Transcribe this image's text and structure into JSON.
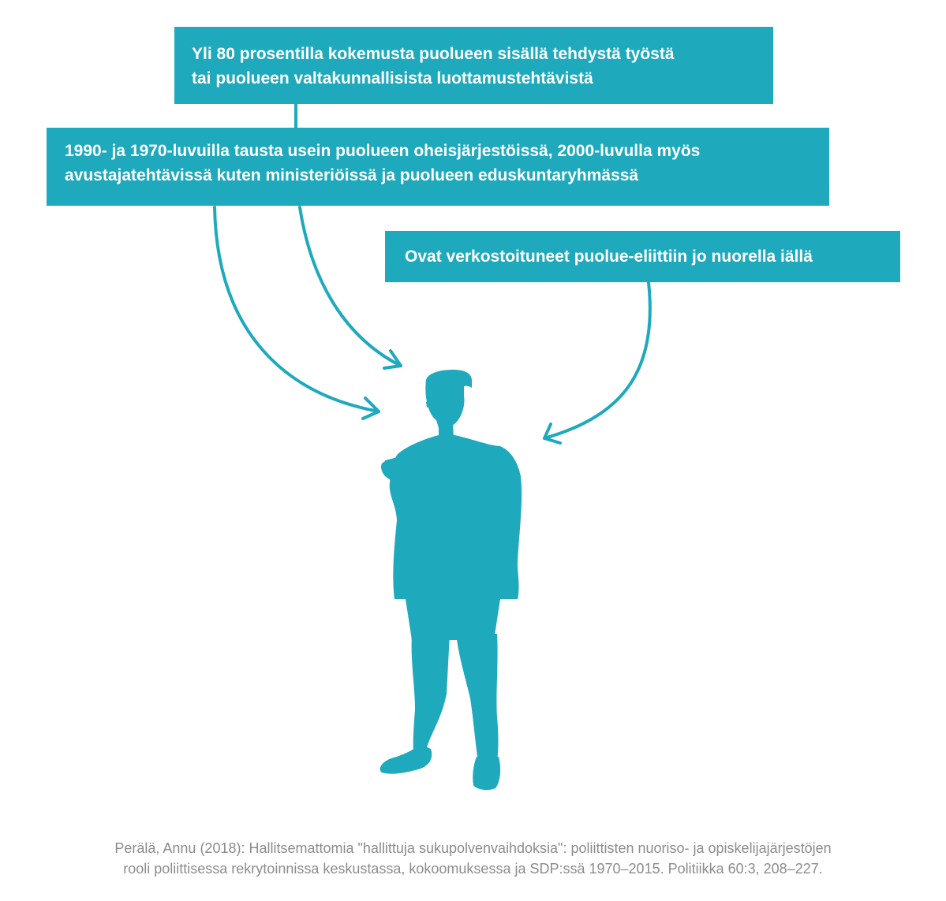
{
  "boxes": [
    {
      "lines": [
        "Yli 80 prosentilla kokemusta puolueen sisällä tehdystä työstä",
        "tai puolueen valtakunnallisista luottamustehtävistä"
      ]
    },
    {
      "lines": [
        "1990- ja 1970-luvuilla tausta usein puolueen oheisjärjestöissä, 2000-luvulla myös",
        "avustajatehtävissä kuten ministeriöissä ja puolueen eduskuntaryhmässä"
      ]
    },
    {
      "lines": [
        "Ovat verkostoituneet puolue-eliittiin jo nuorella iällä"
      ]
    }
  ],
  "source": {
    "lines": [
      "Perälä, Annu (2018): Hallitsemattomia \"hallittuja sukupolvenvaihdoksia\": poliittisten nuoriso- ja opiskelijajärjestöjen",
      "rooli poliittisessa rekrytoinnissa keskustassa, kokoomuksessa ja SDP:ssä 1970–2015. Politiikka 60:3, 208–227."
    ]
  },
  "colors": {
    "accent": "#1fa9bd",
    "box_text": "#ffffff",
    "source_text": "#8c8c8c"
  },
  "icons": {
    "figure": "person-silhouette-icon"
  }
}
